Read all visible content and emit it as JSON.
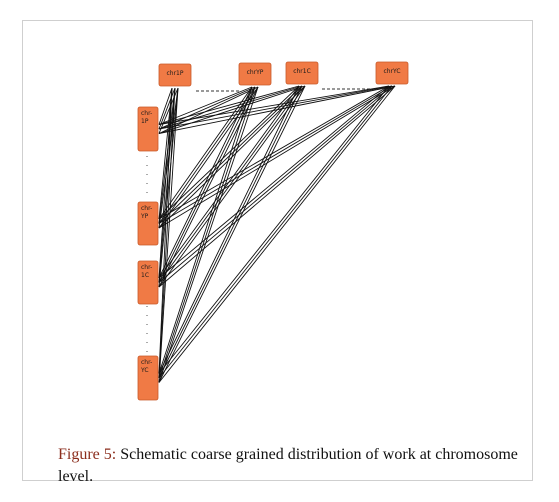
{
  "figure": {
    "caption_label": "Figure 5:",
    "caption_text": " Schematic coarse grained distribution of work at chromosome level."
  },
  "diagram": {
    "node_color": "#f07a45",
    "top_nodes": [
      "chr1P",
      "chrYP",
      "chr1C",
      "chrYC"
    ],
    "left_nodes": [
      [
        "chr-",
        "1P"
      ],
      [
        "chr-",
        "YP"
      ],
      [
        "chr-",
        "1C"
      ],
      [
        "chr-",
        "YC"
      ]
    ]
  }
}
